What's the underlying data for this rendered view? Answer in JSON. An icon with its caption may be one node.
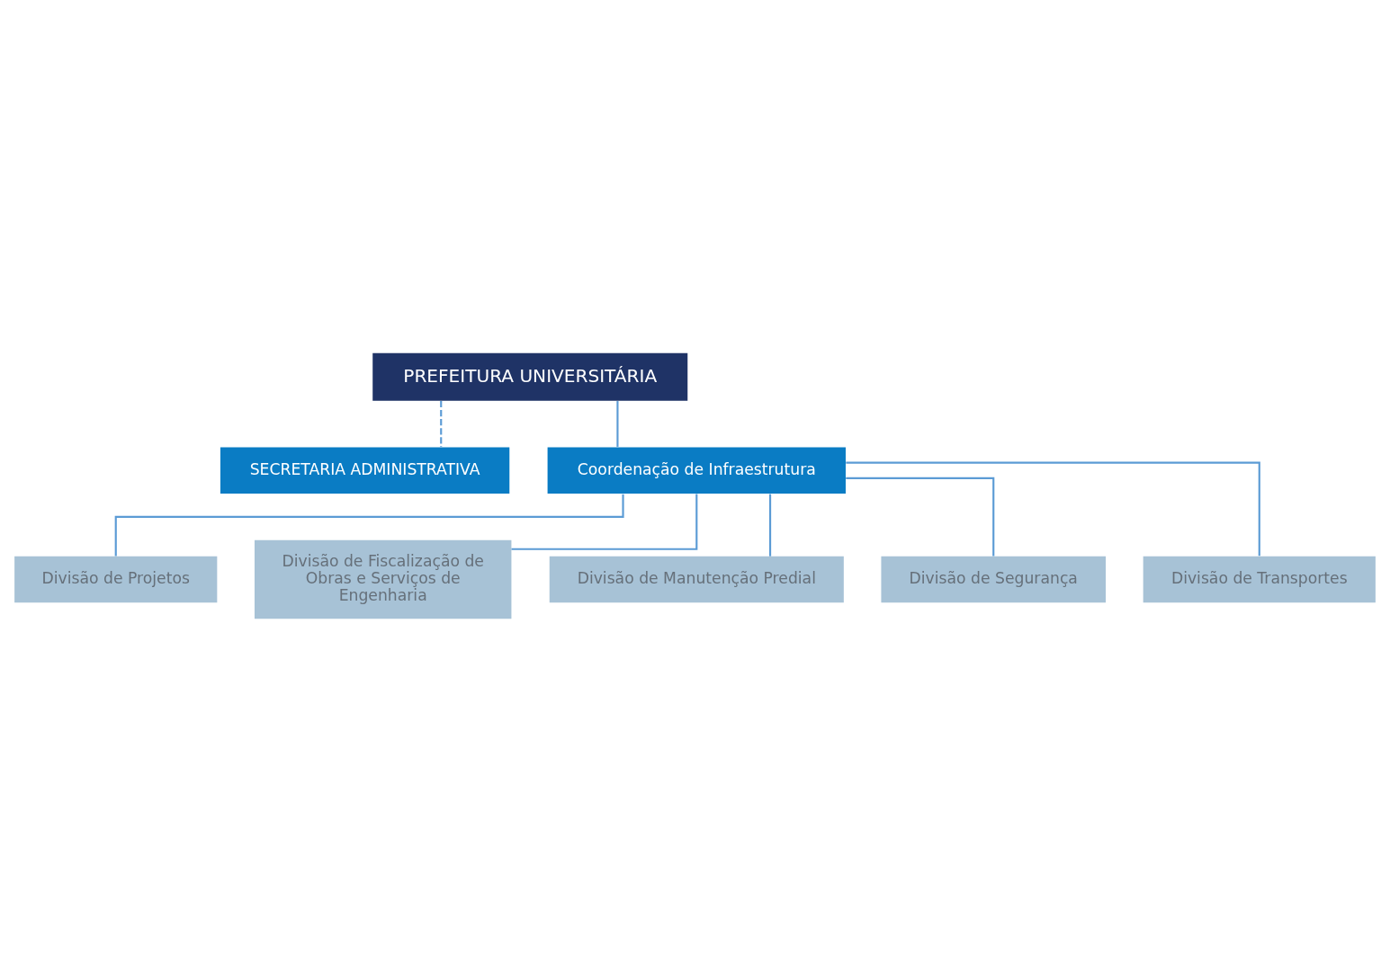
{
  "diagram": {
    "nodes": [
      {
        "text": [
          "PREFEITURA UNIVERSITÁRIA"
        ]
      },
      {
        "text": [
          "SECRETARIA ADMINISTRATIVA"
        ]
      },
      {
        "text": [
          "Coordenação de Infraestrutura"
        ]
      },
      {
        "text": [
          "Divisão de Projetos"
        ]
      },
      {
        "text": [
          "Divisão de Fiscalização de Obras e Serviços de Engenharia"
        ]
      },
      {
        "text": [
          "Divisão de Manutenção Predial"
        ]
      },
      {
        "text": [
          "Divisão de Segurança"
        ]
      },
      {
        "text": [
          "Divisão de Transportes"
        ]
      }
    ],
    "edges": [
      {
        "from": 0,
        "to": 1,
        "arrow": "none",
        "style": "dashed"
      },
      {
        "from": 0,
        "to": 2,
        "arrow": "none"
      },
      {
        "from": 2,
        "to": 3,
        "arrow": "none"
      },
      {
        "from": 2,
        "to": 4,
        "arrow": "none"
      },
      {
        "from": 2,
        "to": 5,
        "arrow": "none"
      },
      {
        "from": 2,
        "to": 6,
        "arrow": "none"
      },
      {
        "from": 2,
        "to": 7,
        "arrow": "none"
      }
    ]
  }
}
